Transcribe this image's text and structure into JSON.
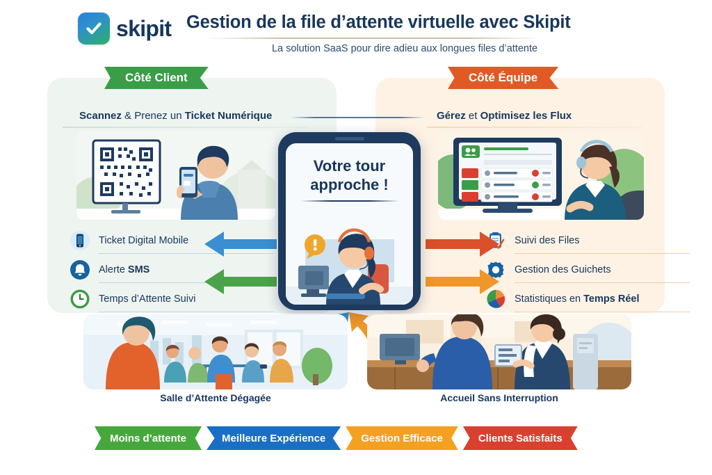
{
  "brand": {
    "logo_icon": "check-badge-icon",
    "word": "skipit",
    "logo_gradient_from": "#2a7fd4",
    "logo_gradient_to": "#2bb06a"
  },
  "header": {
    "title": "Gestion de la file d’attente virtuelle avec Skipit",
    "subtitle": "La solution SaaS pour dire adieu aux longues files d’attente"
  },
  "panels": {
    "client": {
      "ribbon": "Côté Client",
      "ribbon_color": "#3a9d47",
      "heading_plain_1": "Scannez",
      "heading_amp": " & ",
      "heading_plain_2": "Prenez un ",
      "heading_bold": "Ticket Numérique",
      "scene_name": "qr-scan-scene",
      "features": [
        {
          "icon": "mobile-phone-icon",
          "icon_color": "#1f6fb8",
          "label_plain": "Ticket Digital Mobile",
          "label_bold": ""
        },
        {
          "icon": "bell-alert-icon",
          "icon_color": "#15639f",
          "label_plain": "Alerte ",
          "label_bold": "SMS"
        },
        {
          "icon": "clock-icon",
          "icon_color": "#3a9d47",
          "label_plain": "Temps d’Attente Suivi",
          "label_bold": ""
        }
      ]
    },
    "equipe": {
      "ribbon": "Côté Équipe",
      "ribbon_color": "#e05a25",
      "heading_plain_1": "Gérez",
      "heading_amp": " et ",
      "heading_plain_2": "",
      "heading_bold": "Optimisez les Flux",
      "scene_name": "agent-dashboard-scene",
      "features": [
        {
          "icon": "clipboard-check-icon",
          "icon_color": "#1f6fb8",
          "label_plain": "Suivi des Files",
          "label_bold": ""
        },
        {
          "icon": "gear-icon",
          "icon_color": "#15639f",
          "label_plain": "Gestion des Guichets",
          "label_bold": ""
        },
        {
          "icon": "pie-chart-icon",
          "icon_color": "#e05a25",
          "label_plain": "Statistiques en ",
          "label_bold": "Temps Réel"
        }
      ]
    }
  },
  "phone": {
    "message_line_1": "Votre tour",
    "message_line_2": "approche !",
    "art_name": "agent-headset-illustration",
    "notification_icon": "exclamation-bubble-icon"
  },
  "arrows": [
    {
      "name": "arrow-to-client-top",
      "color": "#3a8fd0",
      "direction": "left"
    },
    {
      "name": "arrow-to-client-bottom",
      "color": "#4ca24a",
      "direction": "left"
    },
    {
      "name": "arrow-to-equipe-top",
      "color": "#d9502a",
      "direction": "right"
    },
    {
      "name": "arrow-to-equipe-bottom",
      "color": "#f0962a",
      "direction": "right"
    },
    {
      "name": "arrow-up-waiting-room",
      "color": "#3a8fd0",
      "direction": "up"
    },
    {
      "name": "arrow-up-reception",
      "color": "#f0962a",
      "direction": "up"
    }
  ],
  "bottom_scenes": [
    {
      "caption": "Salle d’Attente Dégagée",
      "scene_name": "waiting-room-scene",
      "blob_color": "#dceaf2"
    },
    {
      "caption": "Accueil Sans Interruption",
      "scene_name": "reception-desk-scene",
      "blob_color": "#fbe6c8"
    }
  ],
  "footer_banners": [
    {
      "label": "Moins d’attente",
      "color": "#46a83c"
    },
    {
      "label": "Meilleure Expérience",
      "color": "#1a6fc4"
    },
    {
      "label": "Gestion Efficace",
      "color": "#f4a020"
    },
    {
      "label": "Clients Satisfaits",
      "color": "#d9402f"
    }
  ]
}
